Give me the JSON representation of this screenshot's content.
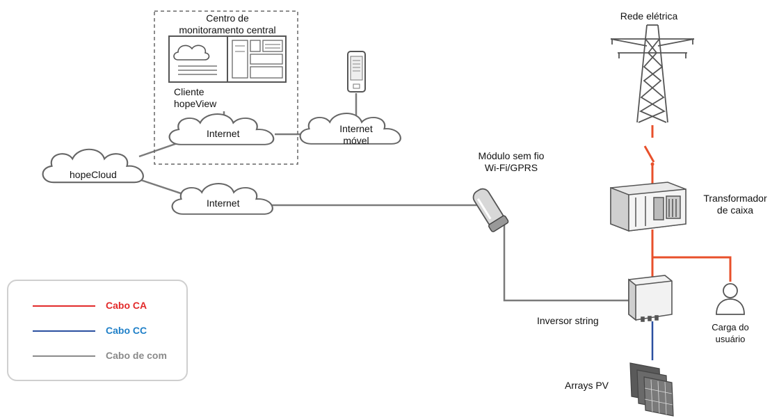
{
  "colors": {
    "ac": "#e8502b",
    "dc": "#2a4fa0",
    "com": "#7a7a7a",
    "legend_ac": "#e22a2a",
    "legend_dc": "#2080c8",
    "legend_com": "#8a8a8a"
  },
  "labels": {
    "monitoring_center": [
      "Centro de",
      "monitoramento central"
    ],
    "hopeview_client": [
      "Cliente",
      "hopeView"
    ],
    "internet_top": "Internet",
    "mobile_internet": [
      "Internet",
      "móvel"
    ],
    "hopecloud": "hopeCloud",
    "internet_bottom": "Internet",
    "wireless_module": [
      "Módulo sem fio",
      "Wi-Fi/GPRS"
    ],
    "grid": "Rede elétrica",
    "transformer": [
      "Transformador",
      "de caixa"
    ],
    "inverter": "Inversor string",
    "user_load": [
      "Carga do",
      "usuário"
    ],
    "pv_arrays": "Arrays PV"
  },
  "legend": [
    {
      "label": "Cabo CA",
      "color_key": "legend_ac"
    },
    {
      "label": "Cabo CC",
      "color_key": "legend_dc"
    },
    {
      "label": "Cabo de com",
      "color_key": "legend_com"
    }
  ],
  "icons": [
    "tower-icon",
    "switch-icon",
    "transformer-icon",
    "inverter-icon",
    "user-icon",
    "solar-panel-icon",
    "antenna-icon",
    "phone-icon",
    "monitor-icon",
    "cloud-icon"
  ]
}
